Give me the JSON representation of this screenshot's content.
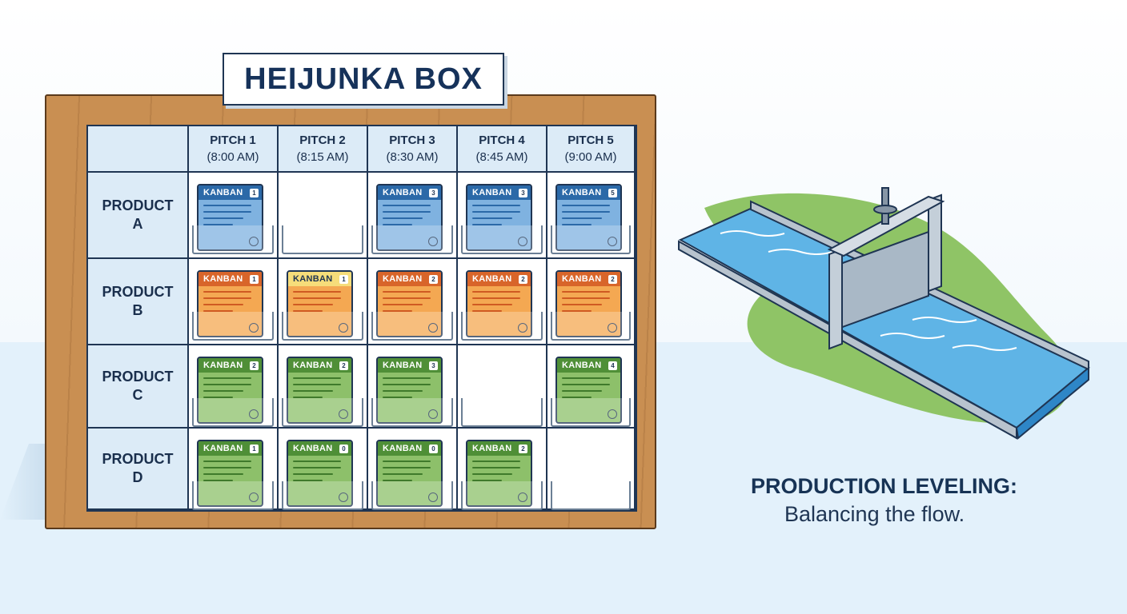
{
  "title": "HEIJUNKA BOX",
  "card_label": "KANBAN",
  "pitches": [
    {
      "label": "PITCH 1",
      "time": "(8:00 AM)"
    },
    {
      "label": "PITCH 2",
      "time": "(8:15 AM)"
    },
    {
      "label": "PITCH 3",
      "time": "(8:30 AM)"
    },
    {
      "label": "PITCH 4",
      "time": "(8:45 AM)"
    },
    {
      "label": "PITCH 5",
      "time": "(9:00 AM)"
    }
  ],
  "products": [
    {
      "line1": "PRODUCT",
      "line2": "A",
      "color": "blue",
      "cards": [
        {
          "num": "1"
        },
        null,
        {
          "num": "3"
        },
        {
          "num": "3"
        },
        {
          "num": "5"
        }
      ]
    },
    {
      "line1": "PRODUCT",
      "line2": "B",
      "color": "orange",
      "cards": [
        {
          "num": "1"
        },
        {
          "num": "1",
          "variant": "yellow"
        },
        {
          "num": "2"
        },
        {
          "num": "2"
        },
        {
          "num": "2"
        }
      ]
    },
    {
      "line1": "PRODUCT",
      "line2": "C",
      "color": "green",
      "cards": [
        {
          "num": "2"
        },
        {
          "num": "2"
        },
        {
          "num": "3"
        },
        null,
        {
          "num": "4"
        }
      ]
    },
    {
      "line1": "PRODUCT",
      "line2": "D",
      "color": "green",
      "cards": [
        {
          "num": "1"
        },
        {
          "num": "0"
        },
        {
          "num": "0"
        },
        {
          "num": "2"
        },
        null
      ]
    }
  ],
  "colors": {
    "blue": "#7fb2e0",
    "orange": "#f4a852",
    "green": "#8dc06a",
    "frame": "#c98f52",
    "water": "#5fb4e6",
    "grass": "#8fc466"
  },
  "caption": {
    "title": "PRODUCTION LEVELING:",
    "subtitle": "Balancing the flow."
  }
}
